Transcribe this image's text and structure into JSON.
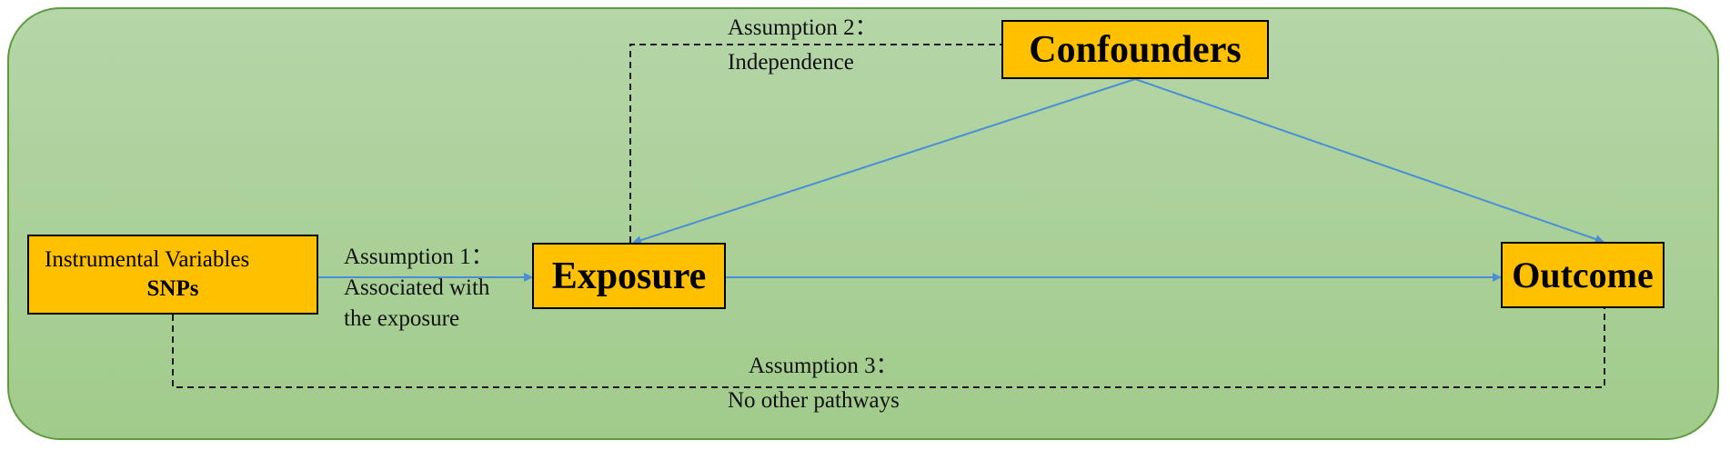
{
  "nodes": {
    "confounders": "Confounders",
    "exposure": "Exposure",
    "outcome": "Outcome",
    "instrumental_variables": {
      "line1": "Instrumental Variables",
      "line2": "SNPs"
    }
  },
  "assumptions": {
    "a1": {
      "title": "Assumption 1：",
      "line1": "Associated with",
      "line2": "the exposure"
    },
    "a2": {
      "title": "Assumption 2：",
      "line1": "Independence"
    },
    "a3": {
      "title": "Assumption 3：",
      "line1": "No other pathways"
    }
  },
  "colors": {
    "node_fill": "#ffc000",
    "node_border": "#000000",
    "arrow": "#4a8fd6",
    "dashed": "#1a1a1a",
    "panel_fill": "#a9d197",
    "panel_border": "#5e9b3f"
  }
}
